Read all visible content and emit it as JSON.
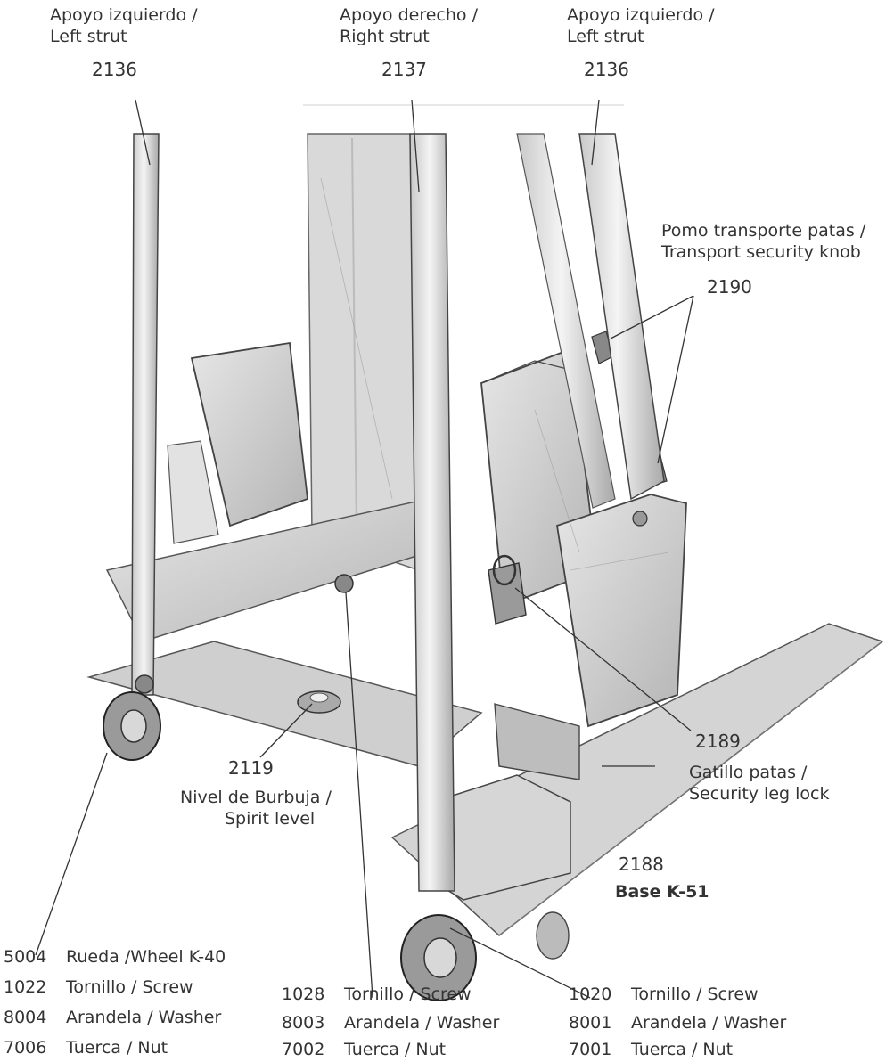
{
  "labels": {
    "left_strut_top": {
      "es": "Apoyo izquierdo /",
      "en": "Left strut",
      "code": "2136"
    },
    "right_strut": {
      "es": "Apoyo derecho /",
      "en": "Right strut",
      "code": "2137"
    },
    "left_strut_right": {
      "es": "Apoyo izquierdo /",
      "en": "Left strut",
      "code": "2136"
    },
    "transport_knob": {
      "es": "Pomo transporte patas /",
      "en": "Transport security knob",
      "code": "2190"
    },
    "security_leg_lock": {
      "code": "2189",
      "es": "Gatillo patas /",
      "en": "Security leg lock"
    },
    "spirit_level": {
      "code": "2119",
      "es": "Nivel de Burbuja /",
      "en": "Spirit level"
    },
    "base": {
      "code": "2188",
      "name": "Base K-51"
    }
  },
  "parts_lists": {
    "wheel_group": [
      {
        "code": "5004",
        "desc": "Rueda /Wheel K-40"
      },
      {
        "code": "1022",
        "desc": "Tornillo / Screw"
      },
      {
        "code": "8004",
        "desc": "Arandela / Washer"
      },
      {
        "code": "7006",
        "desc": "Tuerca / Nut"
      }
    ],
    "middle_group": [
      {
        "code": "1028",
        "desc": "Tornillo / Screw"
      },
      {
        "code": "8003",
        "desc": "Arandela / Washer"
      },
      {
        "code": "7002",
        "desc": "Tuerca / Nut"
      }
    ],
    "right_group": [
      {
        "code": "1020",
        "desc": "Tornillo / Screw"
      },
      {
        "code": "8001",
        "desc": "Arandela / Washer"
      },
      {
        "code": "7001",
        "desc": "Tuerca / Nut"
      }
    ]
  }
}
